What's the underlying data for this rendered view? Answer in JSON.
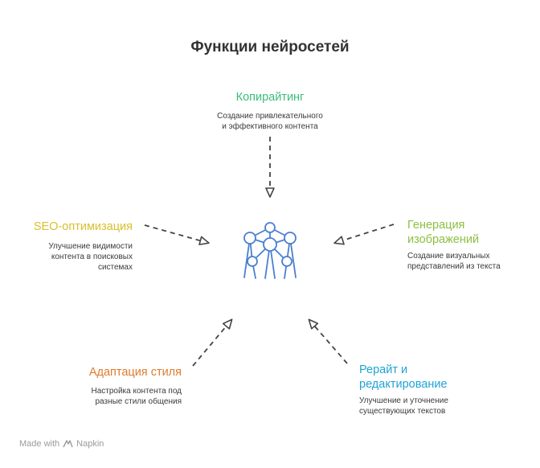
{
  "title": "Функции нейросетей",
  "colors": {
    "copywriting": "#3dbd7a",
    "image_generation": "#8cc043",
    "rewrite": "#1fa3d6",
    "style": "#e07b2c",
    "seo": "#d8c12c",
    "hub": "#4a7fd1",
    "arrow": "#444444"
  },
  "center_icon": "neural-network-icon",
  "features": {
    "copywriting": {
      "title": "Копирайтинг",
      "description_lines": [
        "Создание привлекательного",
        "и эффективного контента"
      ]
    },
    "image_generation": {
      "title_lines": [
        "Генерация",
        "изображений"
      ],
      "description_lines": [
        "Создание визуальных",
        "представлений из текста"
      ]
    },
    "rewrite": {
      "title_lines": [
        "Рерайт и",
        "редактирование"
      ],
      "description_lines": [
        "Улучшение и уточнение",
        "существующих текстов"
      ]
    },
    "style": {
      "title": "Адаптация стиля",
      "description_lines": [
        "Настройка контента под",
        "разные стили общения"
      ]
    },
    "seo": {
      "title": "SEO-оптимизация",
      "description_lines": [
        "Улучшение видимости",
        "контента в поисковых",
        "системах"
      ]
    }
  },
  "footer": {
    "made_with": "Made with",
    "brand": "Napkin",
    "brand_icon": "napkin-logo-icon"
  }
}
